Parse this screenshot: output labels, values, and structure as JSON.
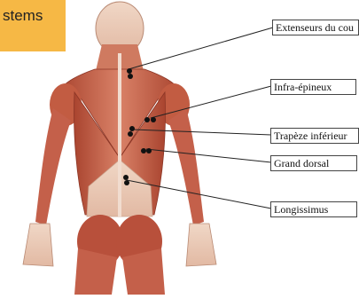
{
  "header_tag": "stems",
  "labels": {
    "extenseurs": "Extenseurs du cou",
    "infra": "Infra-épineux",
    "trapeze": "Trapèze inférieur",
    "grand_dorsal": "Grand dorsal",
    "longissimus": "Longissimus"
  },
  "colors": {
    "tag": "#f6b845",
    "muscle": "#c8684f",
    "muscle_dark": "#9c3f2c",
    "tendon": "#ecd0bf",
    "skin": "#e7c2ad",
    "marker": "#111111"
  }
}
